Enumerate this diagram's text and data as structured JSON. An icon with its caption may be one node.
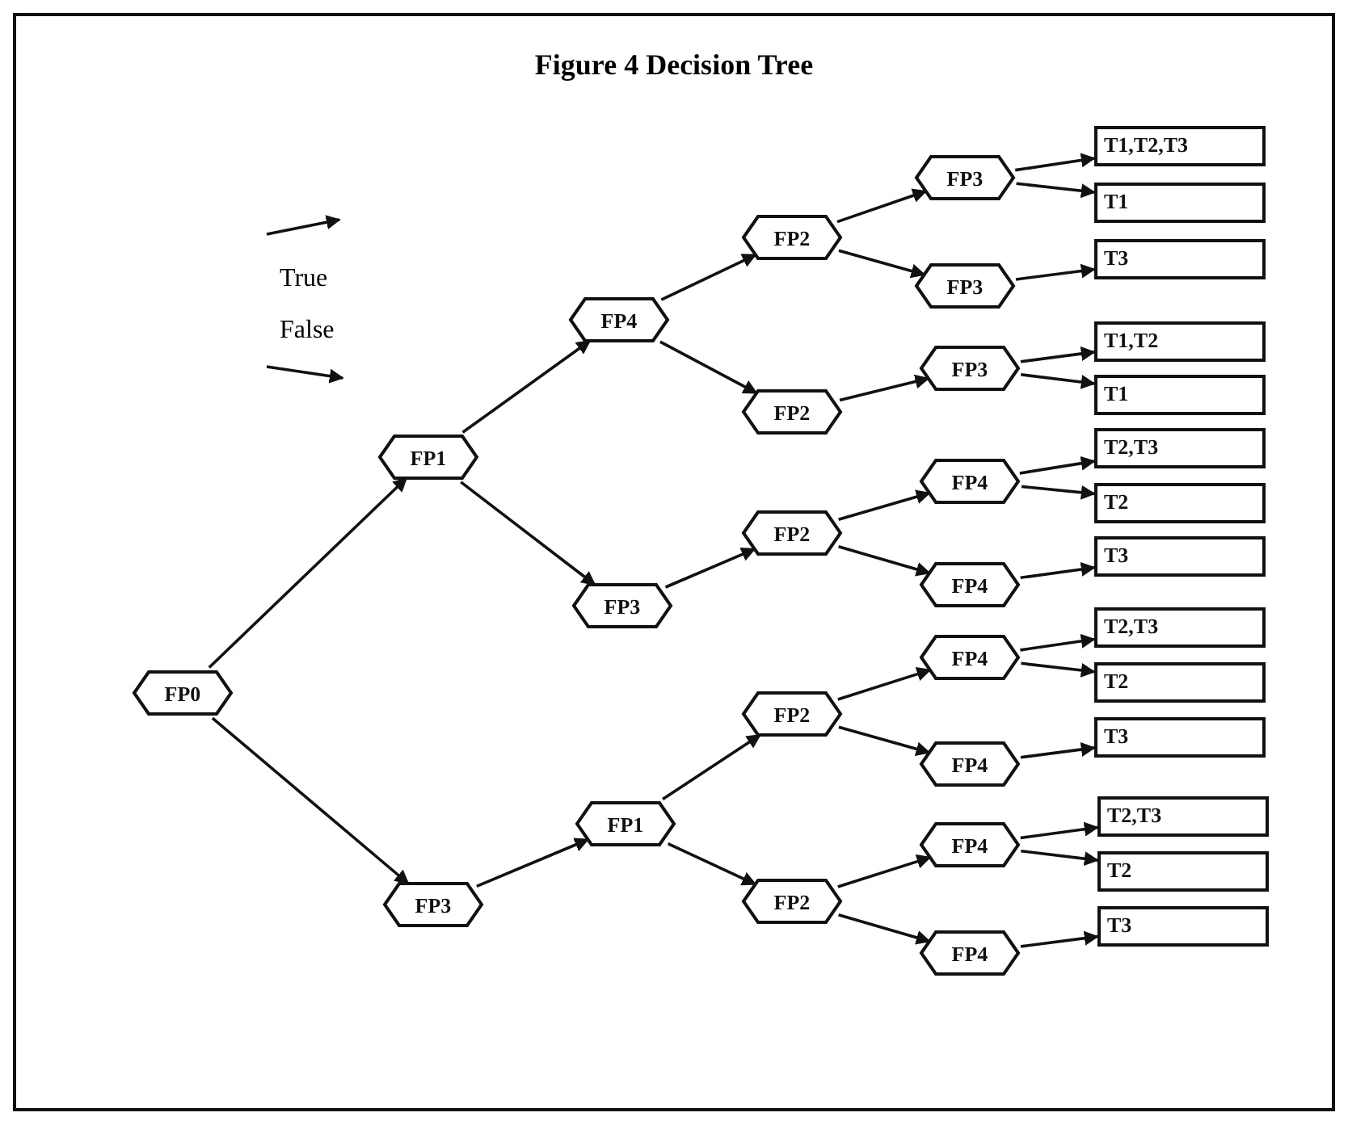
{
  "diagram": {
    "title": "Figure 4 Decision Tree",
    "nodes": [
      {
        "text": [
          "FP0"
        ]
      },
      {
        "text": [
          "FP1"
        ]
      },
      {
        "text": [
          "FP3"
        ]
      },
      {
        "text": [
          "FP4"
        ]
      },
      {
        "text": [
          "FP3"
        ]
      },
      {
        "text": [
          "FP1"
        ]
      },
      {
        "text": [
          "FP2"
        ]
      },
      {
        "text": [
          "FP2"
        ]
      },
      {
        "text": [
          "FP2"
        ]
      },
      {
        "text": [
          "FP2"
        ]
      },
      {
        "text": [
          "FP2"
        ]
      },
      {
        "text": [
          "FP3"
        ]
      },
      {
        "text": [
          "FP3"
        ]
      },
      {
        "text": [
          "FP3"
        ]
      },
      {
        "text": [
          "FP4"
        ]
      },
      {
        "text": [
          "FP4"
        ]
      },
      {
        "text": [
          "FP4"
        ]
      },
      {
        "text": [
          "FP4"
        ]
      },
      {
        "text": [
          "FP4"
        ]
      },
      {
        "text": [
          "FP4"
        ]
      },
      {
        "text": [
          "T1,T2,T3"
        ]
      },
      {
        "text": [
          "T1"
        ]
      },
      {
        "text": [
          "T3"
        ]
      },
      {
        "text": [
          "T1,T2"
        ]
      },
      {
        "text": [
          "T1"
        ]
      },
      {
        "text": [
          "T2,T3"
        ]
      },
      {
        "text": [
          "T2"
        ]
      },
      {
        "text": [
          "T3"
        ]
      },
      {
        "text": [
          "T2,T3"
        ]
      },
      {
        "text": [
          "T2"
        ]
      },
      {
        "text": [
          "T3"
        ]
      },
      {
        "text": [
          "T2,T3"
        ]
      },
      {
        "text": [
          "T2"
        ]
      },
      {
        "text": [
          "T3"
        ]
      }
    ],
    "edges": [
      {
        "from": 0,
        "to": 1,
        "arrow": "to"
      },
      {
        "from": 0,
        "to": 2,
        "arrow": "to"
      },
      {
        "from": 1,
        "to": 3,
        "arrow": "to"
      },
      {
        "from": 1,
        "to": 4,
        "arrow": "to"
      },
      {
        "from": 2,
        "to": 5,
        "arrow": "to"
      },
      {
        "from": 3,
        "to": 6,
        "arrow": "to"
      },
      {
        "from": 3,
        "to": 7,
        "arrow": "to"
      },
      {
        "from": 4,
        "to": 8,
        "arrow": "to"
      },
      {
        "from": 5,
        "to": 9,
        "arrow": "to"
      },
      {
        "from": 5,
        "to": 10,
        "arrow": "to"
      },
      {
        "from": 6,
        "to": 11,
        "arrow": "to"
      },
      {
        "from": 6,
        "to": 12,
        "arrow": "to"
      },
      {
        "from": 7,
        "to": 13,
        "arrow": "to"
      },
      {
        "from": 8,
        "to": 14,
        "arrow": "to"
      },
      {
        "from": 8,
        "to": 15,
        "arrow": "to"
      },
      {
        "from": 9,
        "to": 16,
        "arrow": "to"
      },
      {
        "from": 9,
        "to": 17,
        "arrow": "to"
      },
      {
        "from": 10,
        "to": 18,
        "arrow": "to"
      },
      {
        "from": 10,
        "to": 19,
        "arrow": "to"
      },
      {
        "from": 11,
        "to": 20,
        "arrow": "to"
      },
      {
        "from": 11,
        "to": 21,
        "arrow": "to"
      },
      {
        "from": 12,
        "to": 22,
        "arrow": "to"
      },
      {
        "from": 13,
        "to": 23,
        "arrow": "to"
      },
      {
        "from": 13,
        "to": 24,
        "arrow": "to"
      },
      {
        "from": 14,
        "to": 25,
        "arrow": "to"
      },
      {
        "from": 14,
        "to": 26,
        "arrow": "to"
      },
      {
        "from": 15,
        "to": 27,
        "arrow": "to"
      },
      {
        "from": 16,
        "to": 28,
        "arrow": "to"
      },
      {
        "from": 16,
        "to": 29,
        "arrow": "to"
      },
      {
        "from": 17,
        "to": 30,
        "arrow": "to"
      },
      {
        "from": 18,
        "to": 31,
        "arrow": "to"
      },
      {
        "from": 18,
        "to": 32,
        "arrow": "to"
      },
      {
        "from": 19,
        "to": 33,
        "arrow": "to"
      }
    ],
    "legend": [
      {
        "text": "True"
      },
      {
        "text": "False"
      }
    ]
  }
}
